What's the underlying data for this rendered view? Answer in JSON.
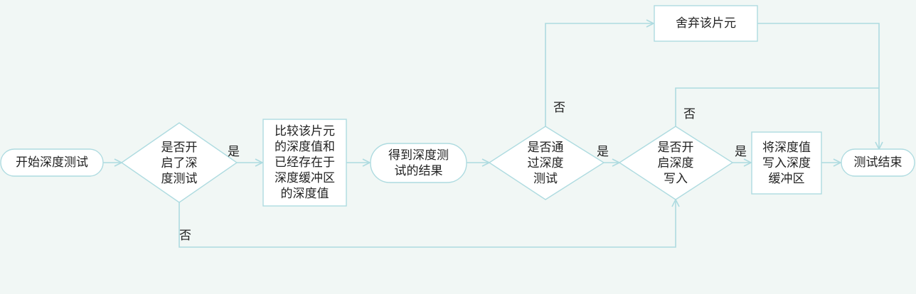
{
  "nodes": {
    "start": "开始深度测试",
    "check_depth_test": "是否开\n启了深\n度测试",
    "compare_depth": "比较该片元\n的深度值和\n已经存在于\n深度缓冲区\n的深度值",
    "get_result": "得到深度测\n试的结果",
    "check_pass": "是否通\n过深度\n测试",
    "discard": "舍弃该片元",
    "check_depth_write": "是否开\n启深度\n写入",
    "write_buffer": "将深度值\n写入深度\n缓冲区",
    "end": "测试结束"
  },
  "edge_labels": {
    "depth_test_yes": "是",
    "depth_test_no": "否",
    "pass_yes": "是",
    "pass_no": "否",
    "write_yes": "是",
    "write_no": "否"
  },
  "colors": {
    "background": "#f1f7f5",
    "line": "#aedbe0",
    "node_fill": "#ffffff",
    "text": "#222222"
  }
}
